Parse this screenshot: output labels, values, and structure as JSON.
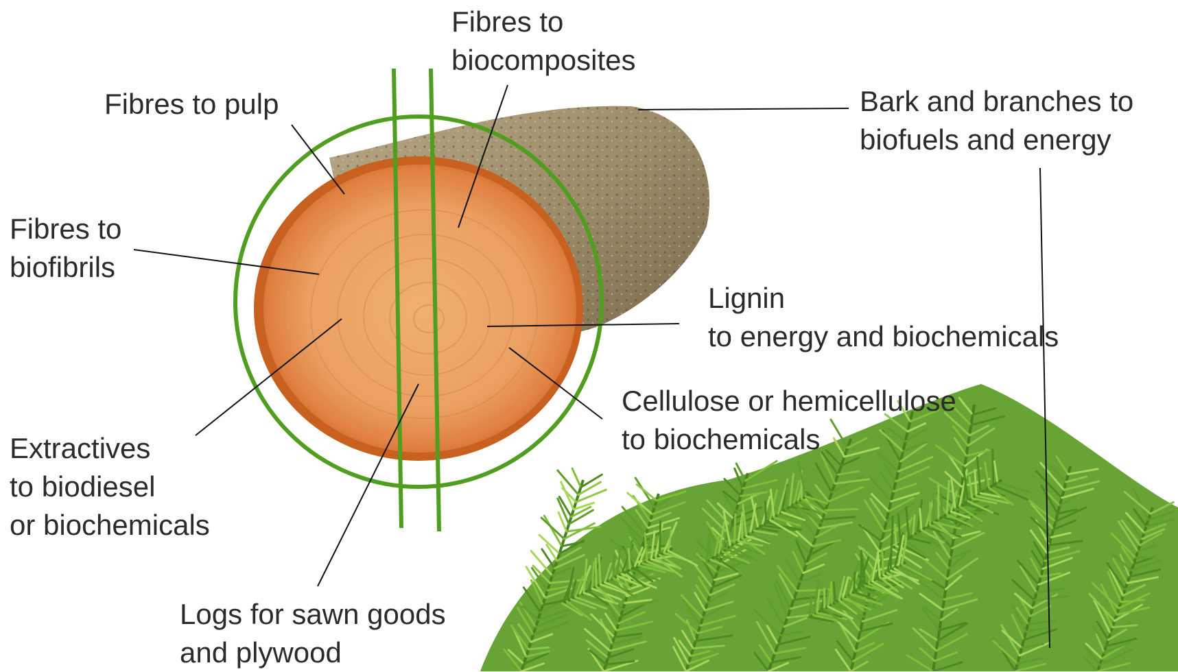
{
  "labels": {
    "fibres_biocomposites": [
      "Fibres to",
      "biocomposites"
    ],
    "fibres_pulp": [
      "Fibres to pulp"
    ],
    "bark_branches": [
      "Bark and branches to",
      "biofuels and energy"
    ],
    "fibres_biofibrils": [
      "Fibres to",
      "biofibrils"
    ],
    "lignin": [
      "Lignin",
      "to energy and biochemicals"
    ],
    "cellulose": [
      "Cellulose or hemicellulose",
      "to biochemicals"
    ],
    "extractives": [
      "Extractives",
      "to biodiesel",
      "or biochemicals"
    ],
    "logs": [
      "Logs for sawn goods",
      "and plywood"
    ]
  },
  "colors": {
    "ring": "#4f9e1f",
    "bark": "#9a8a6a",
    "wood": "#e8a060",
    "wood_edge": "#d8702a",
    "needles": "#6aa82a",
    "leader": "#111111"
  },
  "icons": {
    "log": "log-cross-section-image",
    "branches": "spruce-branches-image"
  }
}
